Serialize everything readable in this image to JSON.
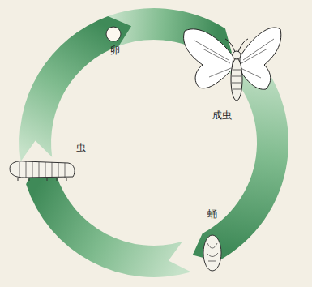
{
  "diagram": {
    "labels": [
      "卵",
      "成虫",
      "蛹",
      "虫"
    ]
  }
}
